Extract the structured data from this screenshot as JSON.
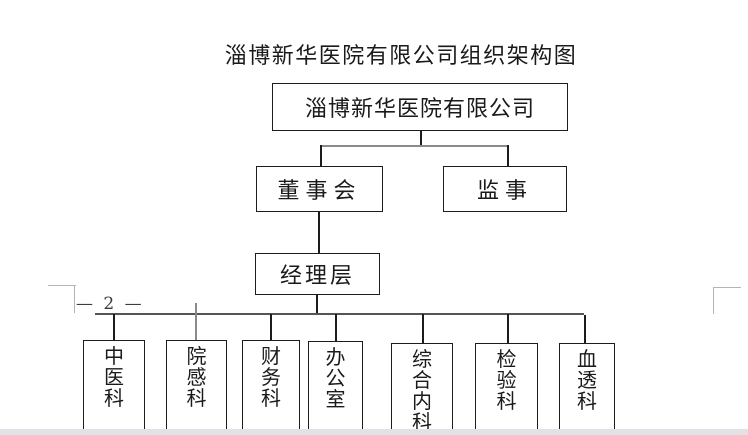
{
  "document": {
    "title": "淄博新华医院有限公司组织架构图",
    "page_number": "— 2 —"
  },
  "org_chart": {
    "root": {
      "label": "淄博新华医院有限公司"
    },
    "level2": [
      {
        "label": "董事会"
      },
      {
        "label": "监事"
      }
    ],
    "level3": [
      {
        "label": "经理层"
      }
    ],
    "departments": [
      {
        "label": "中医科"
      },
      {
        "label": "院感科"
      },
      {
        "label": "财务科"
      },
      {
        "label": "办公室"
      },
      {
        "label": "综合内科"
      },
      {
        "label": "检验科"
      },
      {
        "label": "血透科"
      }
    ]
  },
  "colors": {
    "box_border": "#1c1c1c",
    "connector": "#555555",
    "connector_gray": "#8a8a8a",
    "boundary_mark": "#b4b4b4",
    "bottom_band": "#e0e2e5"
  }
}
